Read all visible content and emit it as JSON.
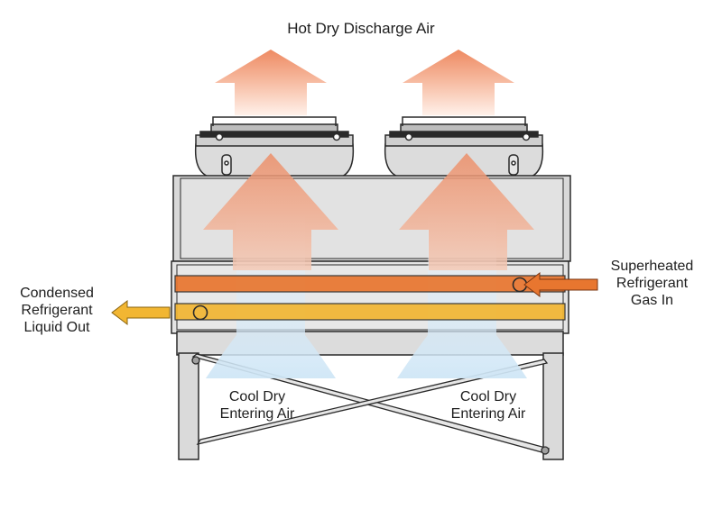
{
  "title": "Hot Dry Discharge Air",
  "labels": {
    "liquid_out": [
      "Condensed",
      "Refrigerant",
      "Liquid Out"
    ],
    "gas_in": [
      "Superheated",
      "Refrigerant",
      "Gas In"
    ],
    "air_left": [
      "Cool Dry",
      "Entering Air"
    ],
    "air_right": [
      "Cool Dry",
      "Entering Air"
    ]
  },
  "colors": {
    "hot_arrow": "#ee8a62",
    "gas_pipe": "#e8762f",
    "liquid_pipe": "#f2b632",
    "cool_air": "#cfe6f6",
    "frame": "#dcdcdc",
    "outline": "#2a2a2a"
  }
}
